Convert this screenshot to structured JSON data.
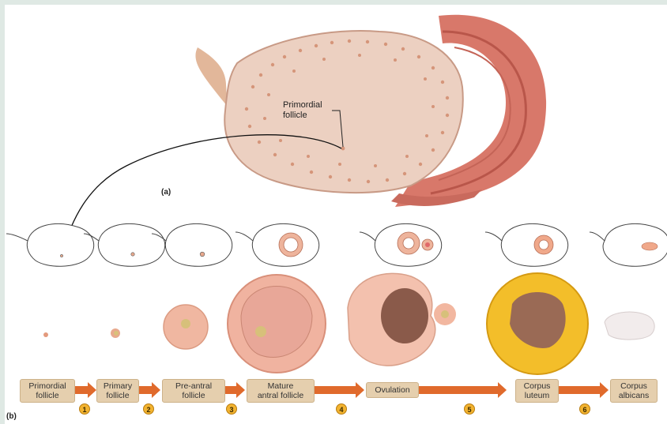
{
  "labels": {
    "primordial_callout": "Primordial\nfollicle",
    "panel_a": "(a)",
    "panel_b": "(b)"
  },
  "stages": [
    {
      "label": "Primordial\nfollicle"
    },
    {
      "label": "Primary\nfollicle"
    },
    {
      "label": "Pre-antral\nfollicle"
    },
    {
      "label": "Mature\nantral follicle"
    },
    {
      "label": "Ovulation"
    },
    {
      "label": "Corpus\nluteum"
    },
    {
      "label": "Corpus\nalbicans"
    }
  ],
  "steps": [
    "1",
    "2",
    "3",
    "4",
    "5",
    "6"
  ],
  "colors": {
    "background": "#dfe9e4",
    "ovary": "#ecd0c1",
    "follicle": "#e8a98d",
    "stage_box": "#e5cfae",
    "arrow": "#e06a2c",
    "step_circle": "#f2b330",
    "corpus_luteum": "#f3be2a",
    "uterine_tube": "#d8786a"
  }
}
